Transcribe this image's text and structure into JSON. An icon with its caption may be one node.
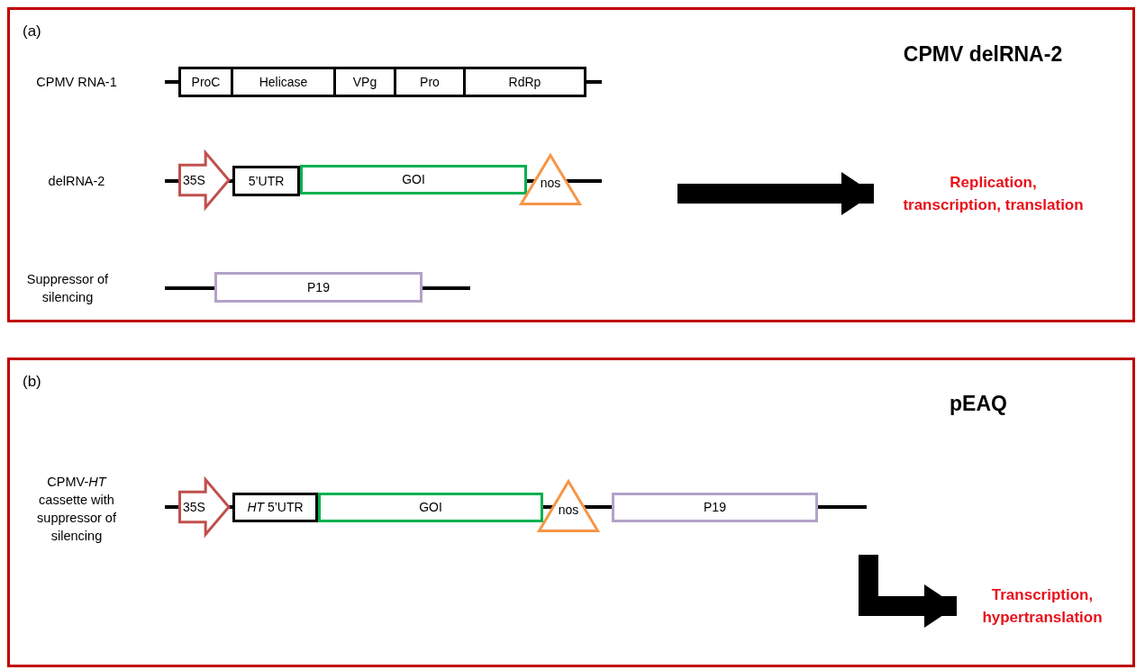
{
  "diagram": {
    "nodes": [
      {
        "text": [
          "(a)",
          "CPMV delRNA-2"
        ]
      },
      {
        "text": [
          "ProC"
        ],
        "in": 0
      },
      {
        "text": [
          "Helicase"
        ],
        "in": 0
      },
      {
        "text": [
          "VPg"
        ],
        "in": 0
      },
      {
        "text": [
          "Pro"
        ],
        "in": 0
      },
      {
        "text": [
          "RdRp"
        ],
        "in": 0
      },
      {
        "text": [
          "35S"
        ],
        "in": 0
      },
      {
        "text": [
          "5’UTR"
        ],
        "in": 0
      },
      {
        "text": [
          "GOI"
        ],
        "in": 0
      },
      {
        "text": [
          "nos"
        ],
        "in": 0
      },
      {
        "text": [
          "P19"
        ],
        "in": 0
      },
      {
        "text": [
          "Replication, transcription, translation"
        ],
        "in": 0
      },
      {
        "text": [
          "(b)",
          "pEAQ"
        ]
      },
      {
        "text": [
          "35S"
        ],
        "in": 12
      },
      {
        "text": [
          "*HT* 5’UTR"
        ],
        "in": 12
      },
      {
        "text": [
          "GOI"
        ],
        "in": 12
      },
      {
        "text": [
          "nos"
        ],
        "in": 12
      },
      {
        "text": [
          "P19"
        ],
        "in": 12
      },
      {
        "text": [
          "Transcription, hypertranslation"
        ],
        "in": 12
      }
    ],
    "edges": [
      {
        "from": null,
        "to": 11,
        "arrow": "to"
      },
      {
        "from": null,
        "to": 18,
        "arrow": "to"
      }
    ],
    "labels": [
      "CPMV RNA-1",
      "delRNA-2",
      "Suppressor of silencing",
      "CPMV-*HT* cassette with suppressor of silencing"
    ]
  }
}
